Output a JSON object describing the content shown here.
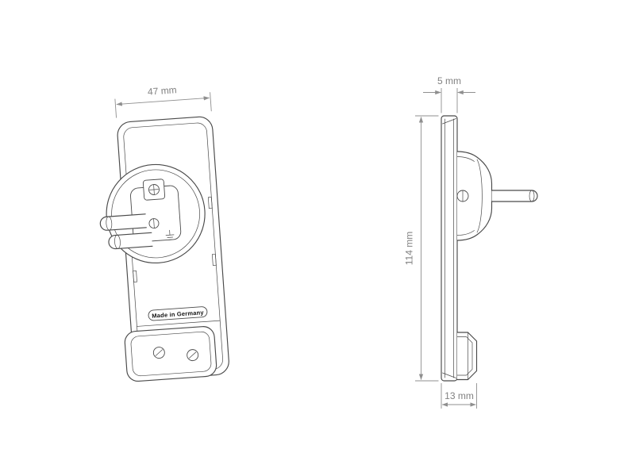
{
  "drawing": {
    "dimensions": {
      "front_width": "47 mm",
      "plate_thickness": "5 mm",
      "height": "114 mm",
      "total_depth": "13 mm"
    },
    "labels": {
      "made_in": "Made in Germany"
    },
    "colors": {
      "outline": "#4a4a4a",
      "dimension": "#8f8f8f",
      "dimension_text": "#818181",
      "background": "#ffffff"
    }
  }
}
